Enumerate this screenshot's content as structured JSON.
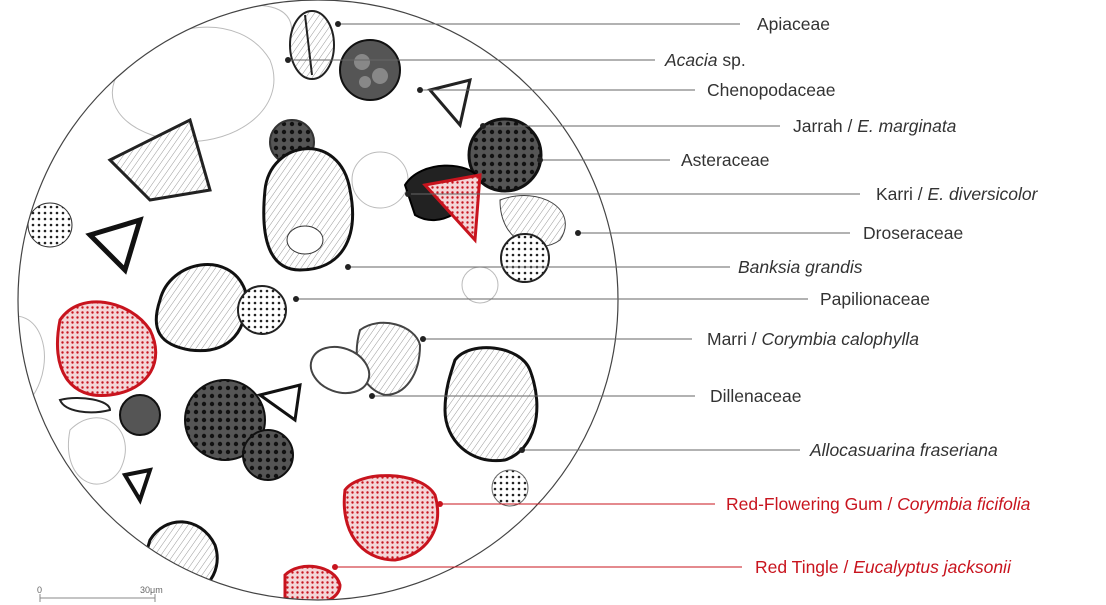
{
  "labels": {
    "apiaceae": {
      "plain": "Apiaceae"
    },
    "acacia": {
      "italic": "Acacia",
      "plain": " sp."
    },
    "chenopodiaceae": {
      "plain": "Chenopodaceae"
    },
    "jarrah": {
      "plain": "Jarrah / ",
      "italic": "E. marginata"
    },
    "asteraceae": {
      "plain": "Asteraceae"
    },
    "karri": {
      "plain": "Karri / ",
      "italic": "E. diversicolor"
    },
    "droseraceae": {
      "plain": "Droseraceae"
    },
    "banksia": {
      "italic": "Banksia grandis"
    },
    "papilionaceae": {
      "plain": "Papilionaceae"
    },
    "marri": {
      "plain": "Marri / ",
      "italic": "Corymbia calophylla"
    },
    "dillenaceae": {
      "plain": "Dillenaceae"
    },
    "allocasuarina": {
      "italic": "Allocasuarina fraseriana"
    },
    "red_flowering": {
      "plain": "Red-Flowering Gum  / ",
      "italic": "Corymbia ficifolia"
    },
    "red_tingle": {
      "plain": "Red Tingle / ",
      "italic": "Eucalyptus jacksonii"
    }
  },
  "scale_bar": {
    "start": "0",
    "end": "30μm"
  },
  "colors": {
    "accent_red": "#c8141e",
    "line": "#555555",
    "grain": "#1a1a1a"
  }
}
